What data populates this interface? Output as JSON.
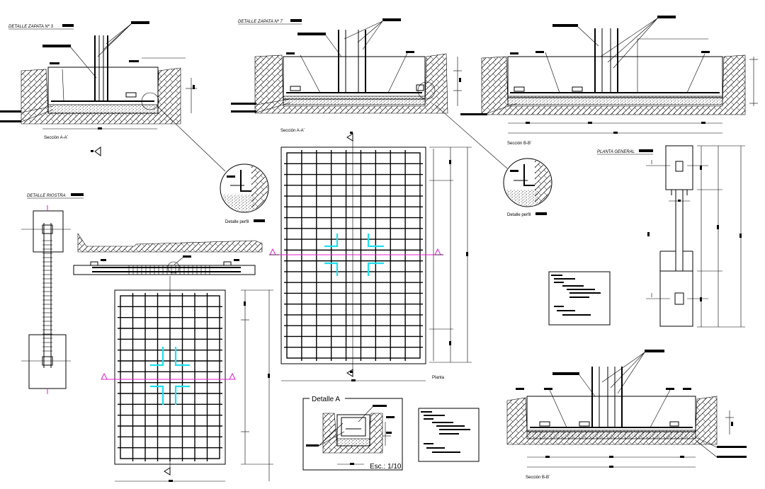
{
  "titles": {
    "zapata3": "DETALLE ZAPATA Nº 3",
    "zapata7": "DETALLE ZAPATA Nº 7",
    "riostra": "DETALLE RIOSTRA",
    "planta_general": "PLANTA GENERAL",
    "detalle_a": "Detalle A"
  },
  "captions": {
    "seccion_aa_1": "Sección A-A´",
    "seccion_aa_2": "Sección A-A´",
    "seccion_bb_1": "Sección B-B´",
    "seccion_bb_2": "Sección B-B´",
    "detalle_perfil_1": "Detalle perfil",
    "detalle_perfil_2": "Detalle perfil",
    "planta": "Planta",
    "escala": "Esc.: 1/10"
  },
  "colors": {
    "line": "#000000",
    "cyan": "#1ee0ee",
    "magenta": "#e020d0",
    "paper": "#ffffff"
  }
}
